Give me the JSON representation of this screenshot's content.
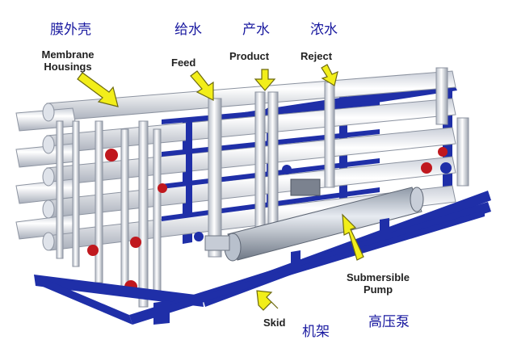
{
  "labels": {
    "membrane_cn": "膜外壳",
    "membrane_en_1": "Membrane",
    "membrane_en_2": "Housings",
    "feed_cn": "给水",
    "feed_en": "Feed",
    "product_cn": "产水",
    "product_en": "Product",
    "reject_cn": "浓水",
    "reject_en": "Reject",
    "pump_en_1": "Submersible",
    "pump_en_2": "Pump",
    "pump_cn": "高压泵",
    "skid_en": "Skid",
    "skid_cn": "机架"
  },
  "colors": {
    "frame": "#1f2fa8",
    "pipe": "#e9ecf2",
    "pipe_shade": "#b9bfca",
    "valve": "#c0181e",
    "arrow": "#f2ee1a",
    "arrow_stroke": "#6d6a10",
    "cn_text": "#1a1aa0"
  }
}
